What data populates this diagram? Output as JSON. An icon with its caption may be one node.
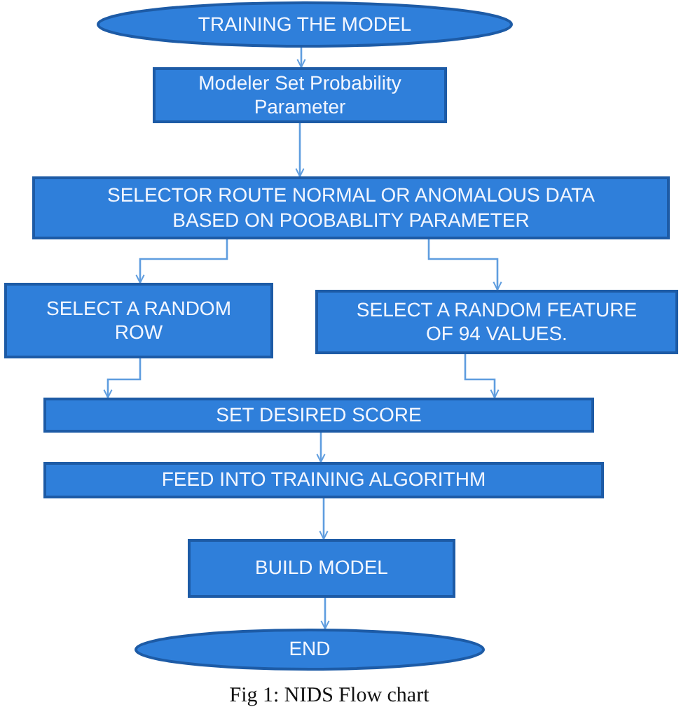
{
  "diagram": {
    "caption": "Fig 1: NIDS Flow chart",
    "nodes": [
      {
        "text": [
          "TRAINING THE MODEL"
        ]
      },
      {
        "text": [
          "Modeler Set Probability Parameter"
        ]
      },
      {
        "text": [
          "SELECTOR ROUTE NORMAL OR ANOMALOUS DATA BASED ON POOBABLITY PARAMETER"
        ]
      },
      {
        "text": [
          "SELECT A RANDOM ROW"
        ]
      },
      {
        "text": [
          "SELECT A RANDOM FEATURE OF 94 VALUES."
        ]
      },
      {
        "text": [
          "SET DESIRED SCORE"
        ]
      },
      {
        "text": [
          "FEED INTO TRAINING ALGORITHM"
        ]
      },
      {
        "text": [
          "BUILD MODEL"
        ]
      },
      {
        "text": [
          "END"
        ]
      }
    ],
    "edges": [
      {
        "from": 0,
        "to": 1,
        "arrow": "to"
      },
      {
        "from": 1,
        "to": 2,
        "arrow": "to"
      },
      {
        "from": 2,
        "to": 3,
        "arrow": "to"
      },
      {
        "from": 2,
        "to": 4,
        "arrow": "to"
      },
      {
        "from": 3,
        "to": 5,
        "arrow": "to"
      },
      {
        "from": 4,
        "to": 5,
        "arrow": "to"
      },
      {
        "from": 5,
        "to": 6,
        "arrow": "to"
      },
      {
        "from": 6,
        "to": 7,
        "arrow": "to"
      },
      {
        "from": 7,
        "to": 8,
        "arrow": "to"
      }
    ]
  }
}
